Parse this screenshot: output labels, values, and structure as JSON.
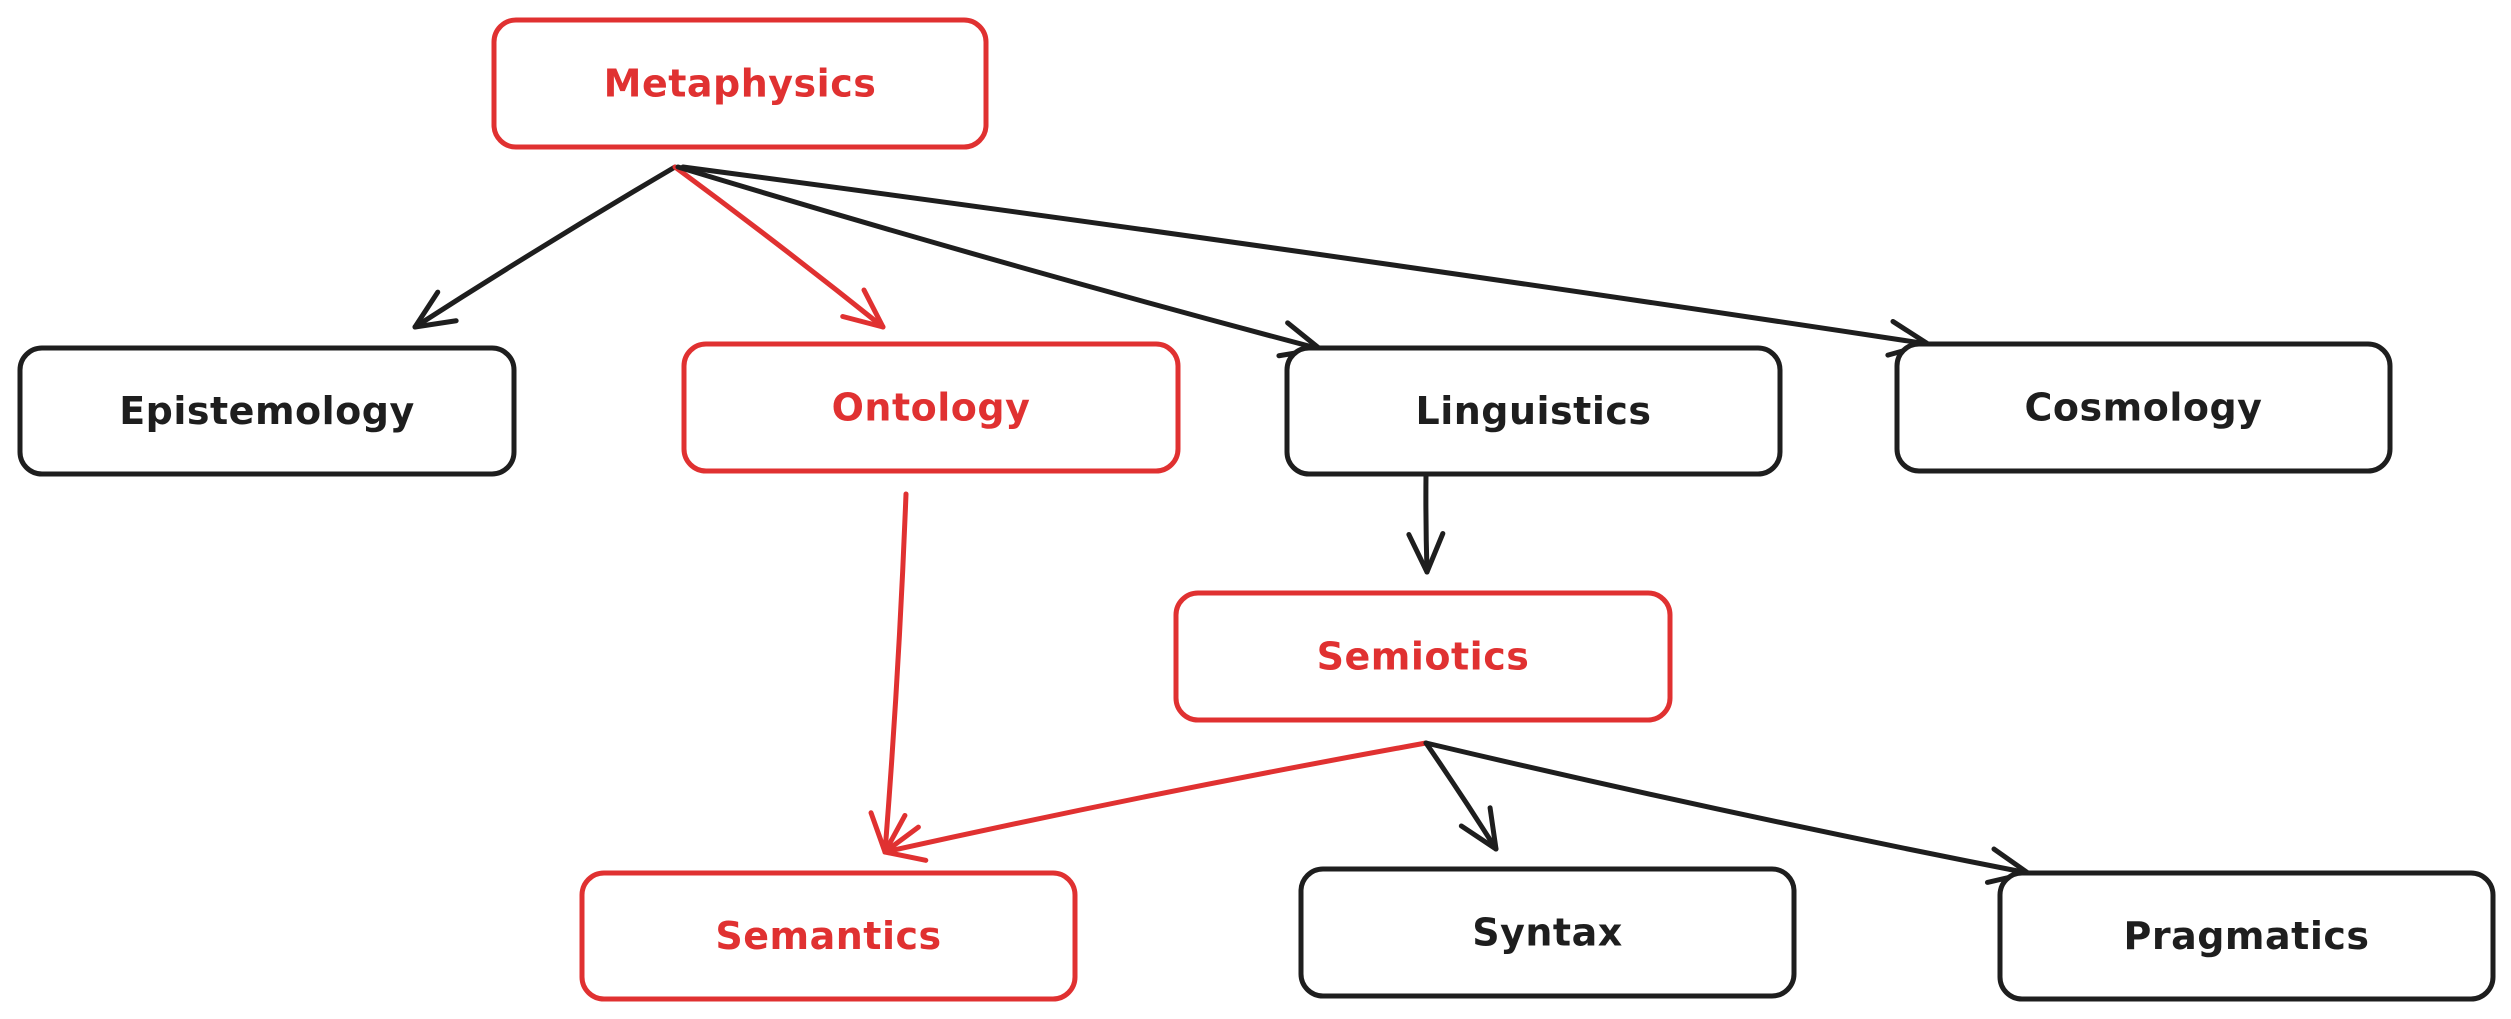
{
  "colors": {
    "black": "#1e1e1e",
    "red": "#e03131",
    "background": "#ffffff"
  },
  "nodes": {
    "metaphysics": {
      "label": "Metaphysics",
      "color": "red"
    },
    "epistemology": {
      "label": "Epistemology",
      "color": "black"
    },
    "ontology": {
      "label": "Ontology",
      "color": "red"
    },
    "linguistics": {
      "label": "Linguistics",
      "color": "black"
    },
    "cosmology": {
      "label": "Cosmology",
      "color": "black"
    },
    "semiotics": {
      "label": "Semiotics",
      "color": "red"
    },
    "semantics": {
      "label": "Semantics",
      "color": "red"
    },
    "syntax": {
      "label": "Syntax",
      "color": "black"
    },
    "pragmatics": {
      "label": "Pragmatics",
      "color": "black"
    }
  },
  "edges": [
    {
      "from": "metaphysics",
      "to": "epistemology",
      "color": "black"
    },
    {
      "from": "metaphysics",
      "to": "ontology",
      "color": "red"
    },
    {
      "from": "metaphysics",
      "to": "linguistics",
      "color": "black"
    },
    {
      "from": "metaphysics",
      "to": "cosmology",
      "color": "black"
    },
    {
      "from": "linguistics",
      "to": "semiotics",
      "color": "black"
    },
    {
      "from": "ontology",
      "to": "semantics",
      "color": "red"
    },
    {
      "from": "semiotics",
      "to": "semantics",
      "color": "red"
    },
    {
      "from": "semiotics",
      "to": "syntax",
      "color": "black"
    },
    {
      "from": "semiotics",
      "to": "pragmatics",
      "color": "black"
    }
  ]
}
